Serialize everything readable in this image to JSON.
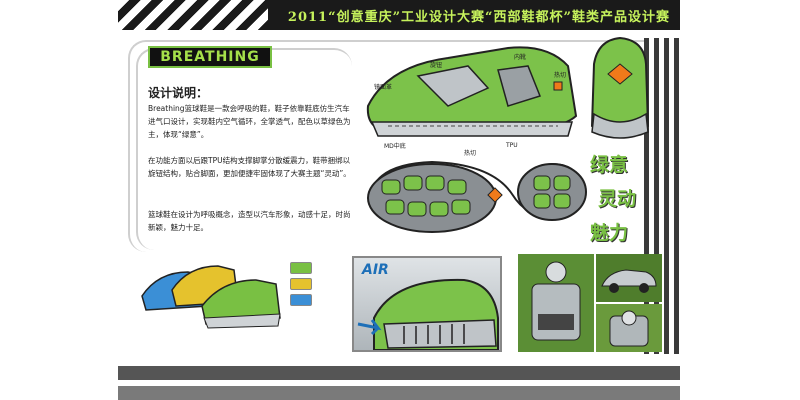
{
  "header": {
    "title": "2011“创意重庆”工业设计大赛“西部鞋都杯”鞋类产品设计赛"
  },
  "section": {
    "badge": "BREATHING",
    "heading": "设计说明：",
    "paragraphs": [
      "Breathing篮球鞋是一款会呼吸的鞋，鞋子依靠鞋底仿生汽车进气口设计，实现鞋内空气循环，全掌透气，配色以草绿色为主，体现“绿意”。",
      "在功能方面以后跟TPU结构支撑脚掌分散缓震力，鞋带捆绑以旋钮结构，贴合脚面，更加便捷牢固体现了大赛主题“灵动”。",
      "篮球鞋在设计为呼吸概念，造型以汽车形象，动感十足，时尚新颖，魅力十足。"
    ]
  },
  "callouts": {
    "knob": "旋钮",
    "liner": "内靴",
    "heat1": "热切",
    "mirror": "镜面革",
    "md": "MD中底",
    "heat2": "热切",
    "tpu": "TPU"
  },
  "slogans": [
    "绿意",
    "灵动",
    "魅力"
  ],
  "colorways": [
    "#79c043",
    "#e5c22d",
    "#3b8fd6"
  ],
  "air": {
    "label": "AIR"
  }
}
